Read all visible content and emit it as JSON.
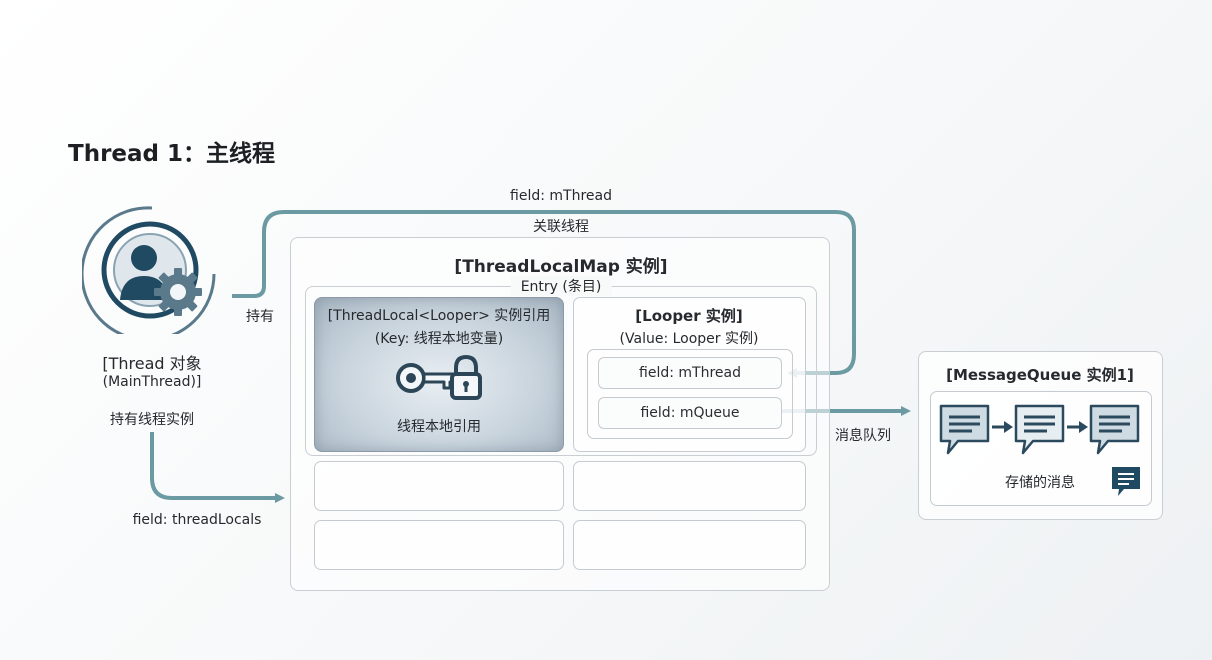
{
  "title": "Thread 1：主线程",
  "thread": {
    "label": "[Thread 对象",
    "sublabel": "(MainThread)]",
    "holds_label": "持有",
    "holds_instance_label": "持有线程实例",
    "field_threadlocals": "field: threadLocals"
  },
  "top_arrow": {
    "field_label": "field: mThread",
    "sub_label": "关联线程"
  },
  "map": {
    "title": "[ThreadLocalMap 实例]",
    "entry_label": "Entry (条目)",
    "key": {
      "title": "[ThreadLocal<Looper> 实例引用",
      "subtitle": "(Key: 线程本地变量)",
      "caption": "线程本地引用"
    },
    "value": {
      "title": "[Looper 实例]",
      "subtitle": "(Value: Looper 实例)",
      "field_mthread": "field: mThread",
      "field_mqueue": "field: mQueue"
    }
  },
  "queue": {
    "title": "[MessageQueue 实例1]",
    "arrow_label": "消息队列",
    "caption": "存储的消息"
  },
  "colors": {
    "arrow": "#6b9aa2",
    "icon_dark": "#1f4a62",
    "icon_mid": "#5a7a8c",
    "message_fill": "#cfdbe2"
  }
}
